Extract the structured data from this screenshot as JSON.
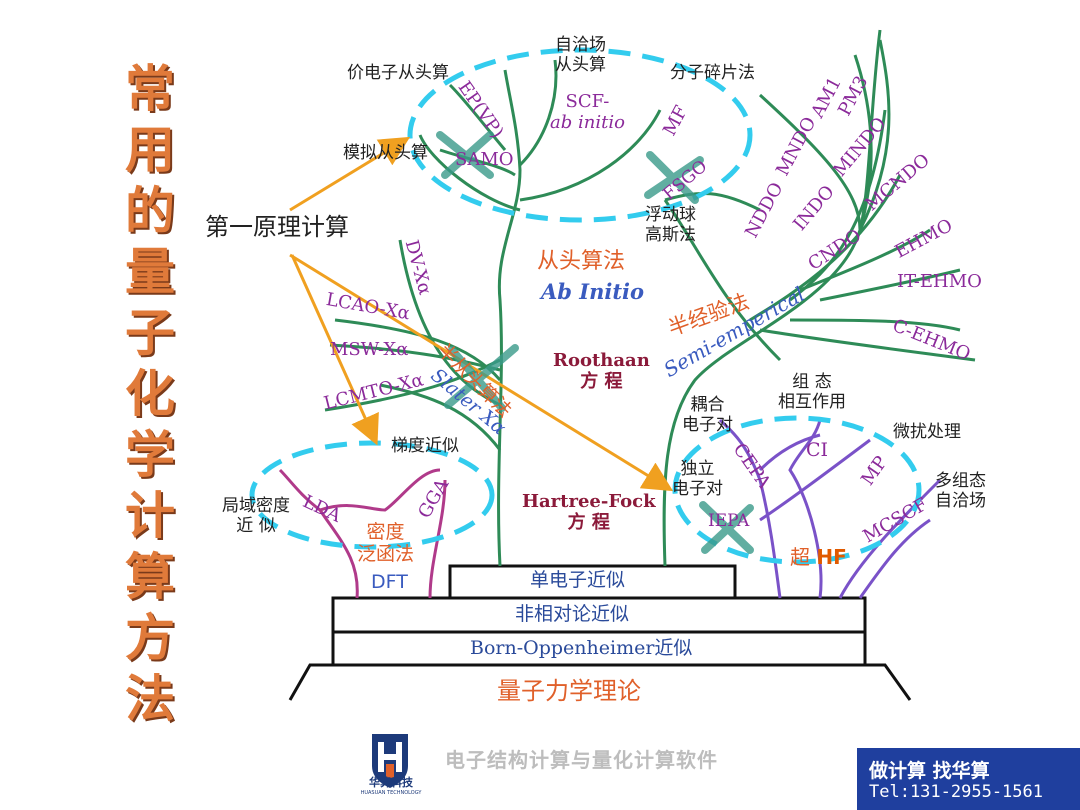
{
  "title_chars": [
    "常",
    "用",
    "的",
    "量",
    "子",
    "化",
    "学",
    "计",
    "算",
    "方",
    "法"
  ],
  "labels": {
    "scf_sc1": "自洽场",
    "scf_sc2": "从头算",
    "valence": "价电子从头算",
    "fragment": "分子碎片法",
    "ep": "EP(VP)",
    "scf": "SCF-",
    "ab_initio_it": "ab initio",
    "mf": "MF",
    "pm3": "PM3",
    "am1": "AM1",
    "mndo": "MNDO",
    "nddo": "NDDO",
    "mindo": "MINDO",
    "indo": "INDO",
    "mcndo": "MCNDO",
    "cndo": "CNDO",
    "ehmo": "EHMO",
    "it_ehmo": "IT-EHMO",
    "c_ehmo": "C-EHMO",
    "simulate": "模拟从头算",
    "samo": "SAMO",
    "fsgo": "FSGO",
    "float1": "浮动球",
    "float2": "高斯法",
    "first_principles": "第一原理计算",
    "ab_cn": "从头算法",
    "ab_en": "Ab Initio",
    "dv": "DV-Xα",
    "lcao": "LCAO-Xα",
    "msw": "MSW-Xα",
    "lcmto": "LCMTO-Xα",
    "semiemp_cn": "半经验法",
    "semiemp_en": "Semi-emperical",
    "roothaan1": "Roothaan",
    "roothaan2": "方 程",
    "slater_cn": "半从头算法",
    "slater_en": "Slater Xα",
    "gradient": "梯度近似",
    "coupled1": "耦合",
    "coupled2": "电子对",
    "config1": "组 态",
    "config2": "相互作用",
    "perturb": "微扰处理",
    "cepa": "CEPA",
    "ci": "CI",
    "mp": "MP",
    "mcscf": "MCSCF",
    "indep1": "独立",
    "indep2": "电子对",
    "iepa": "IEPA",
    "multi1": "多组态",
    "multi2": "自洽场",
    "super_hf": "超",
    "hf": "HF",
    "lda_cn1": "局域密度",
    "lda_cn2": "近 似",
    "lda": "LDA",
    "gga": "GGA",
    "dft_cn1": "密度",
    "dft_cn2": "泛函法",
    "dft": "DFT",
    "hf1": "Hartree-Fock",
    "hf2": "方 程",
    "single_electron": "单电子近似",
    "nonrel": "非相对论近似",
    "bo": "Born-Oppenheimer近似",
    "qm": "量子力学理论"
  },
  "footer": {
    "company": "华算科技",
    "logo_sub": "HUASUAN TECHNOLOGY",
    "tagline": "电子结构计算与量化计算软件",
    "contact1": "做计算 找华算",
    "contact2": "Tel:131-2955-1561"
  },
  "colors": {
    "title": "#e07a3a",
    "tree": "#2e8b57",
    "dashed_ellipse": "#33ccee",
    "arrow": "#f0a020",
    "branch_purple": "#7a52c8",
    "dft_branch": "#b03a8a",
    "contact_bg": "#1f3f9e"
  }
}
